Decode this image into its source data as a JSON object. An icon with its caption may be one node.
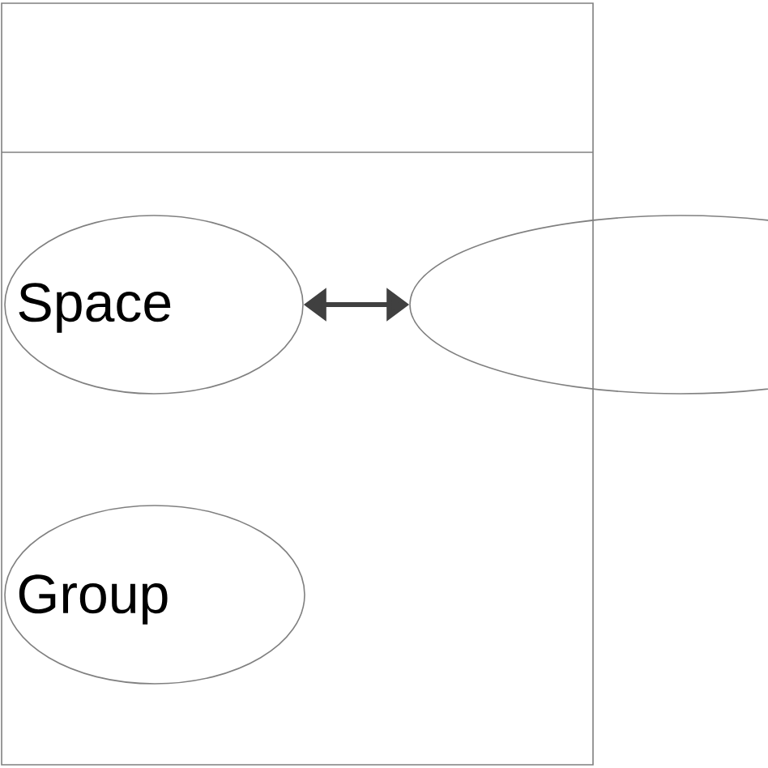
{
  "diagram": {
    "nodes": [
      {
        "text": [],
        "shape": "box"
      },
      {
        "text": [
          "Space"
        ],
        "in": 0
      },
      {
        "text": [],
        "shape": "ellipse"
      },
      {
        "text": [
          "Group"
        ],
        "in": 0
      }
    ],
    "edges": [
      {
        "from": 1,
        "to": 2,
        "arrow": "both"
      }
    ]
  }
}
